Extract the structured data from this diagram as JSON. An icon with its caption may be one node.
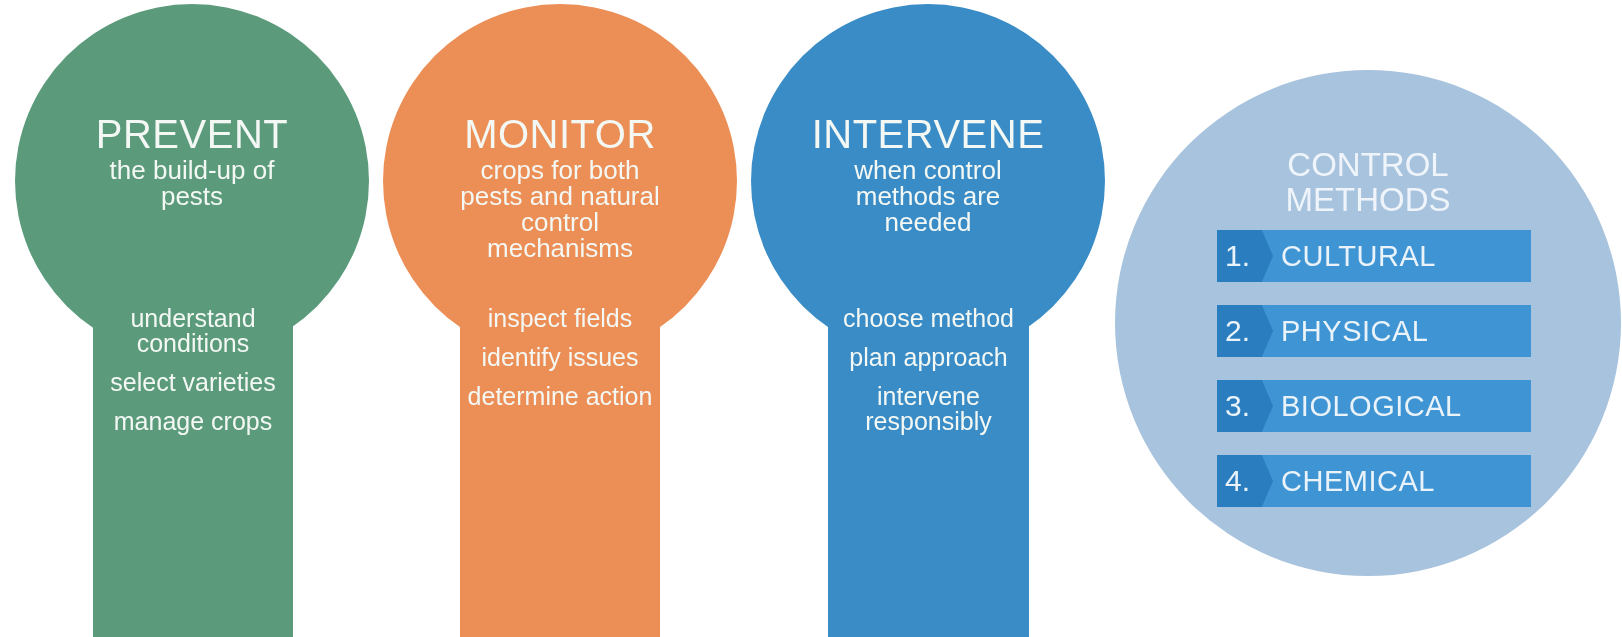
{
  "diagram": {
    "nodes": [
      {
        "text": [
          "PREVENT",
          "the build-up of pests",
          "understand conditions",
          "select varieties",
          "manage crops"
        ]
      },
      {
        "text": [
          "MONITOR",
          "crops for both pests and natural control mechanisms",
          "inspect fields",
          "identify issues",
          "determine action"
        ]
      },
      {
        "text": [
          "INTERVENE",
          "when control methods are needed",
          "choose method",
          "plan approach",
          "intervene responsibly"
        ]
      },
      {
        "text": [
          "CONTROL METHODS"
        ]
      },
      {
        "text": [
          "1.",
          "CULTURAL"
        ],
        "in": 3
      },
      {
        "text": [
          "2.",
          "PHYSICAL"
        ],
        "in": 3
      },
      {
        "text": [
          "3.",
          "BIOLOGICAL"
        ],
        "in": 3
      },
      {
        "text": [
          "4.",
          "CHEMICAL"
        ],
        "in": 3
      }
    ]
  }
}
